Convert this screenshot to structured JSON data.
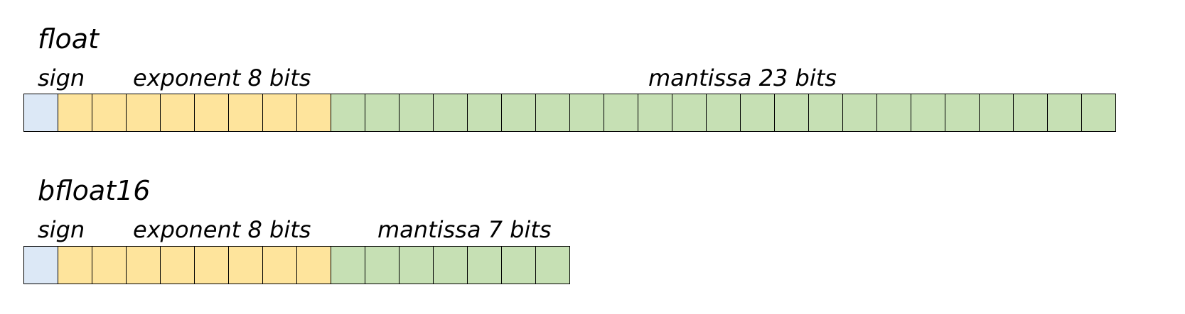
{
  "colors": {
    "sign": "#dce8f6",
    "exponent": "#fee49c",
    "mantissa": "#c6e0b4"
  },
  "formats": [
    {
      "title": "float",
      "sign_label": "sign",
      "exponent_label": "exponent 8 bits",
      "mantissa_label": "mantissa 23 bits",
      "sign_bits": 1,
      "exponent_bits": 8,
      "mantissa_bits": 23
    },
    {
      "title": "bfloat16",
      "sign_label": "sign",
      "exponent_label": "exponent 8 bits",
      "mantissa_label": "mantissa 7 bits",
      "sign_bits": 1,
      "exponent_bits": 8,
      "mantissa_bits": 7
    }
  ]
}
